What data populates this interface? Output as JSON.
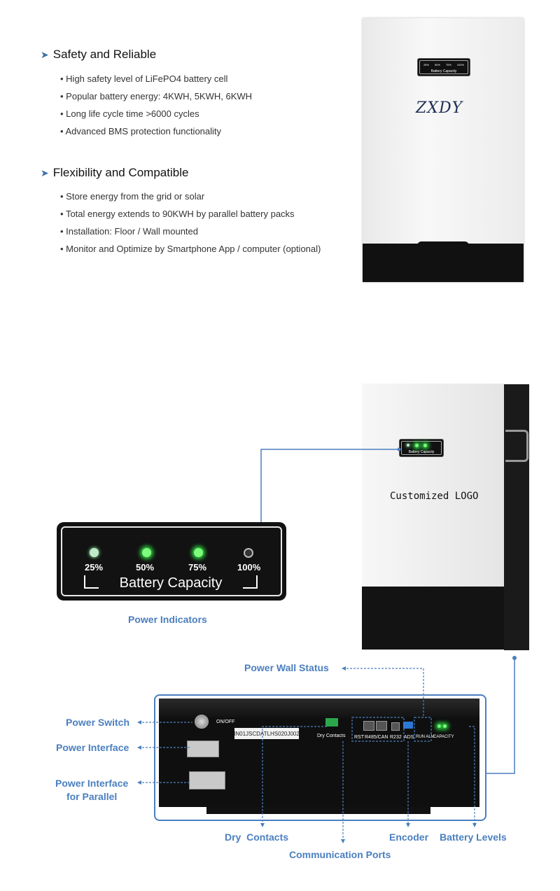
{
  "features": {
    "sections": [
      {
        "title": "Safety and Reliable",
        "items": [
          "High safety level of LiFePO4 battery cell",
          "Popular battery energy: 4KWH, 5KWH, 6KWH",
          "Long life cycle time >6000 cycles",
          "Advanced BMS protection functionality"
        ]
      },
      {
        "title": "Flexibility and Compatible",
        "items": [
          "Store energy from the grid or solar",
          "Total energy extends to 90KWH by parallel battery packs",
          "Installation: Floor / Wall mounted",
          "Monitor and Optimize by Smartphone App / computer (optional)"
        ]
      }
    ]
  },
  "product_top": {
    "brand": "ZXDY",
    "panel_caption": "Battery Capacity",
    "panel_levels": [
      "25%",
      "50%",
      "75%",
      "100%"
    ]
  },
  "product_bottom": {
    "logo_text": "Customized LOGO",
    "panel_caption": "Battery Capacity"
  },
  "indicator_panel": {
    "levels": [
      {
        "label": "25%",
        "state": "dim"
      },
      {
        "label": "50%",
        "state": "on"
      },
      {
        "label": "75%",
        "state": "on"
      },
      {
        "label": "100%",
        "state": "off"
      }
    ],
    "caption": "Battery Capacity",
    "title": "Power Indicators"
  },
  "back_panel": {
    "onoff": "ON/OFF",
    "serial": "IN01JSCDATLHS020J002",
    "dry_contacts": "Dry Contacts",
    "rst": "RST",
    "rs485": "R485/CAN",
    "r232": "R232",
    "ads": "ADS",
    "runalm": "RUN ALM",
    "capacity": "CAPACITY"
  },
  "callouts": {
    "power_wall_status": "Power Wall Status",
    "power_switch": "Power Switch",
    "power_interface": "Power Interface",
    "power_interface_parallel_1": "Power Interface",
    "power_interface_parallel_2": "for Parallel",
    "dry_contacts": "Dry  Contacts",
    "communication_ports": "Communication Ports",
    "encoder": "Encoder",
    "battery_levels": "Battery Levels"
  },
  "colors": {
    "accent": "#4a7fbf",
    "led_green": "#2ecc40",
    "panel_black": "#121212"
  }
}
